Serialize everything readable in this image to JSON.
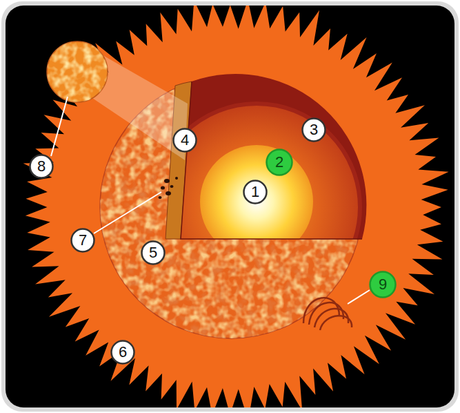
{
  "diagram": {
    "nodes": [
      {
        "text": [
          "3"
        ]
      },
      {
        "text": [
          "4"
        ]
      },
      {
        "text": [
          "2"
        ]
      },
      {
        "text": [
          "8"
        ]
      },
      {
        "text": [
          "1"
        ]
      },
      {
        "text": [
          "7"
        ]
      },
      {
        "text": [
          "5"
        ]
      },
      {
        "text": [
          "9"
        ]
      },
      {
        "text": [
          "6"
        ]
      }
    ]
  }
}
